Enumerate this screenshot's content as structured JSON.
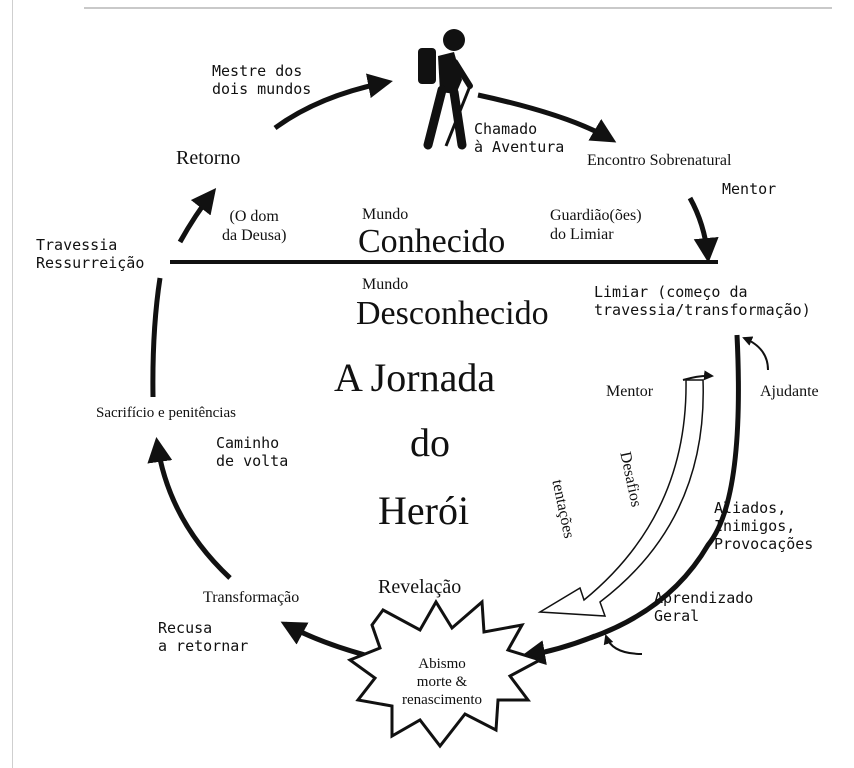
{
  "diagram": {
    "title_lines": [
      "A Jornada",
      "do",
      "Herói"
    ],
    "known_world": {
      "small": "Mundo",
      "big": "Conhecido"
    },
    "unknown_world": {
      "small": "Mundo",
      "big": "Desconhecido"
    },
    "stages": {
      "master_two_worlds": "Mestre dos\ndois mundos",
      "return": "Retorno",
      "call_to_adventure": "Chamado\nà Aventura",
      "supernatural_encounter": "Encontro Sobrenatural",
      "mentor_top": "Mentor",
      "goddess_gift": "(O dom\nda Deusa)",
      "threshold_guardians": "Guardião(ões)\ndo Limiar",
      "crossing_resurrection": "Travessia\nRessurreição",
      "threshold_start": "Limiar (começo da\ntravessia/transformação)",
      "mentor_right": "Mentor",
      "helper": "Ajudante",
      "sacrifice": "Sacrifício e penitências",
      "road_back": "Caminho\nde volta",
      "challenges": "Desafios",
      "temptations": "tentações",
      "allies": "Aliados,\nInimigos,\nProvocações",
      "revelation": "Revelação",
      "transformation": "Transformação",
      "general_learning": "Aprendizado\nGeral",
      "refuse_return": "Recusa\na retornar",
      "abyss": "Abismo\nmorte &\nrenascimento"
    },
    "icons": {
      "hero": "hiker-icon"
    },
    "colors": {
      "ink": "#111111",
      "background": "#ffffff",
      "rule": "#c9c9c9"
    }
  }
}
